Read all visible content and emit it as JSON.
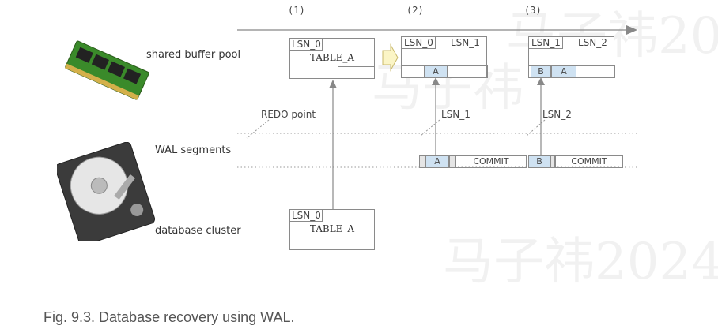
{
  "steps": [
    "(1)",
    "(2)",
    "(3)"
  ],
  "labels": {
    "shared_buffer_pool": "shared buffer pool",
    "wal_segments": "WAL segments",
    "database_cluster": "database cluster",
    "redo_point": "REDO point",
    "lsn_1": "LSN_1",
    "lsn_2": "LSN_2"
  },
  "step1_buffer": {
    "lsn": "LSN_0",
    "table": "TABLE_A"
  },
  "step2_buffer": {
    "lsn_old": "LSN_0",
    "lsn_new": "LSN_1",
    "tuple": "A"
  },
  "step3_buffer": {
    "lsn_old": "LSN_1",
    "lsn_new": "LSN_2",
    "tuple_b": "B",
    "tuple_a": "A"
  },
  "wal": {
    "rec1": "A",
    "commit1": "COMMIT",
    "rec2": "B",
    "commit2": "COMMIT"
  },
  "cluster": {
    "lsn": "LSN_0",
    "table": "TABLE_A"
  },
  "caption": "Fig. 9.3. Database recovery using WAL.",
  "watermark": "马子祎2024",
  "colors": {
    "tuple_fill": "#cfe2f2",
    "arrow_fill": "#fbf5c6",
    "arrow_stroke": "#c8b86a",
    "line": "#888888"
  }
}
